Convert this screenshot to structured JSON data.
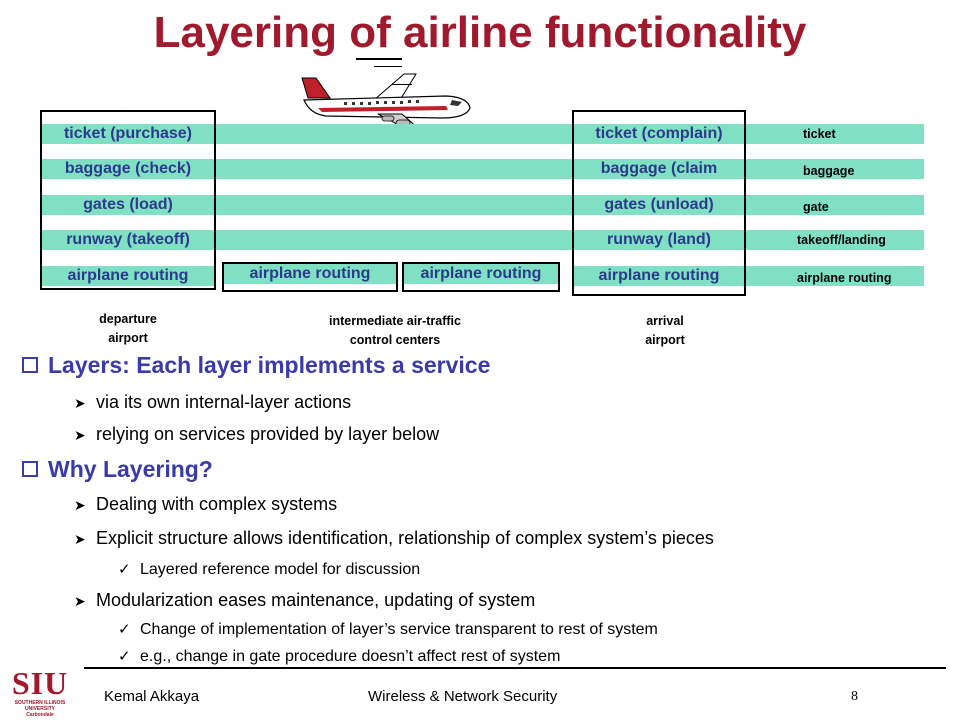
{
  "slide": {
    "title": "Layering of airline functionality",
    "page_number": "8"
  },
  "diagram": {
    "departure_layers": [
      "ticket (purchase)",
      "baggage (check)",
      "gates (load)",
      "runway (takeoff)",
      "airplane routing"
    ],
    "arrival_layers": [
      "ticket (complain)",
      "baggage (claim",
      "gates (unload)",
      "runway (land)",
      "airplane routing"
    ],
    "intermediate_cells": [
      "airplane routing",
      "airplane routing"
    ],
    "right_labels": [
      "ticket",
      "baggage",
      "gate",
      "takeoff/landing",
      "airplane routing"
    ],
    "captions": {
      "departure": "departure\nairport",
      "intermediate": "intermediate air-traffic\ncontrol centers",
      "arrival": "arrival\nairport"
    },
    "airplane_icon": "airplane-icon",
    "band_color": "#7fe0c4",
    "label_color": "#2d3a8c"
  },
  "bullets": {
    "layers": {
      "heading": "Layers: Each layer implements a service",
      "items": [
        "via its own internal-layer actions",
        "relying on services provided by layer below"
      ]
    },
    "why": {
      "heading": "Why Layering?",
      "item1": "Dealing with complex systems",
      "item2": "Explicit structure allows identification, relationship of complex system’s pieces",
      "item2_sub": "Layered reference model for discussion",
      "item3": "Modularization eases maintenance, updating of system",
      "item3_subs": [
        "Change of implementation of layer’s service transparent to rest of system",
        "e.g., change in gate procedure doesn’t affect rest of system"
      ]
    }
  },
  "footer": {
    "author": "Kemal Akkaya",
    "course": "Wireless & Network Security",
    "logo_text": "SIU",
    "logo_subtext": "SOUTHERN ILLINOIS UNIVERSITY\nCarbondale",
    "title_color": "#a0192d",
    "heading_color": "#3a3aa8"
  }
}
